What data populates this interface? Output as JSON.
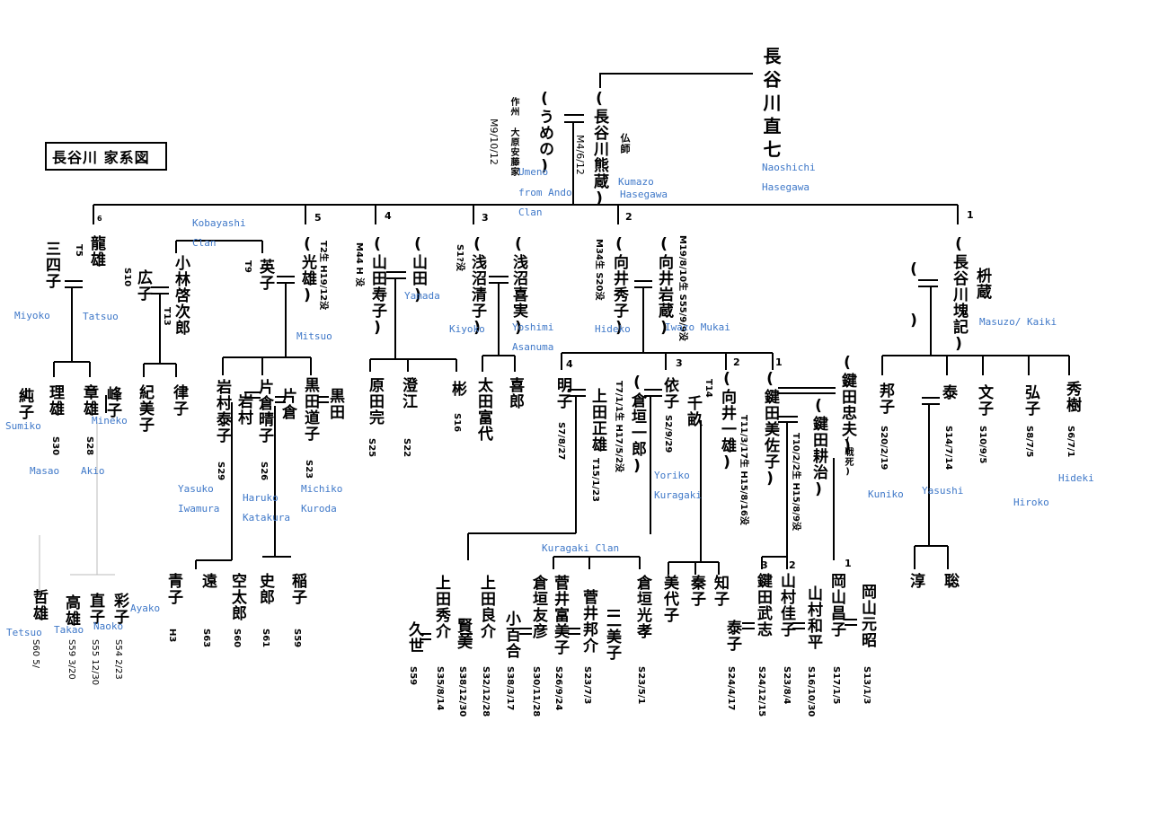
{
  "title": "長谷川 家系図",
  "persons": [
    {
      "key": "naoshichi",
      "text": "長谷川直七"
    },
    {
      "key": "kumazo",
      "text": "(長谷川熊蔵)"
    },
    {
      "key": "kumazo_note",
      "text": "仏師"
    },
    {
      "key": "kumazo_date",
      "text": "M4/6/12"
    },
    {
      "key": "umeno",
      "text": "(うめの)"
    },
    {
      "key": "umeno_note",
      "text": "作州 大原安藤家"
    },
    {
      "key": "umeno_date",
      "text": "M9/10/12"
    },
    {
      "key": "tatsuo",
      "text": "龍雄"
    },
    {
      "key": "tatsuo_date",
      "text": "T5"
    },
    {
      "key": "miyoko",
      "text": "三四子"
    },
    {
      "key": "kobayashi",
      "text": "小林啓次郎"
    },
    {
      "key": "kobayashi_date",
      "text": "T13"
    },
    {
      "key": "hiroko2",
      "text": "広子"
    },
    {
      "key": "hiroko2_date",
      "text": "S10"
    },
    {
      "key": "eiko",
      "text": "英子"
    },
    {
      "key": "eiko_date",
      "text": "T9"
    },
    {
      "key": "mitsuo",
      "text": "(光雄)"
    },
    {
      "key": "mitsuo_date",
      "text": "T2生 H19/12没"
    },
    {
      "key": "yamada_toshiko",
      "text": "(山田寿子)"
    },
    {
      "key": "yamada_toshiko_date",
      "text": "M44 H 没"
    },
    {
      "key": "yamada",
      "text": "(山田)"
    },
    {
      "key": "asanuma_kiyoko",
      "text": "(浅沼清子)"
    },
    {
      "key": "asanuma_kiyoko_date",
      "text": "S1?没"
    },
    {
      "key": "asanuma_yoshimi",
      "text": "(浅沼喜実)"
    },
    {
      "key": "mukai_hideko",
      "text": "(向井秀子)"
    },
    {
      "key": "mukai_hideko_date",
      "text": "M34生 S20没"
    },
    {
      "key": "mukai_iwazo",
      "text": "(向井岩蔵)"
    },
    {
      "key": "mukai_iwazo_date",
      "text": "M19/8/10生 S55/9/9没"
    },
    {
      "key": "kaiki",
      "text": "(長谷川塊記)"
    },
    {
      "key": "masuzo",
      "text": "枡蔵"
    },
    {
      "key": "kaiki_spouse",
      "text": "(　　)"
    },
    {
      "key": "junko",
      "text": "純子"
    },
    {
      "key": "masao",
      "text": "理雄"
    },
    {
      "key": "masao_date",
      "text": "S30"
    },
    {
      "key": "akio",
      "text": "章雄"
    },
    {
      "key": "akio_date",
      "text": "S28"
    },
    {
      "key": "mineko",
      "text": "峰子"
    },
    {
      "key": "kimiko",
      "text": "紀美子"
    },
    {
      "key": "ritsuko",
      "text": "律子"
    },
    {
      "key": "yasuko",
      "text": "岩村泰子"
    },
    {
      "key": "yasuko_date",
      "text": "S29"
    },
    {
      "key": "iwamura",
      "text": "岩村"
    },
    {
      "key": "haruko",
      "text": "片倉晴子"
    },
    {
      "key": "haruko_date",
      "text": "S26"
    },
    {
      "key": "katakura",
      "text": "片倉"
    },
    {
      "key": "michiko",
      "text": "黒田道子"
    },
    {
      "key": "michiko_date",
      "text": "S23"
    },
    {
      "key": "kuroda",
      "text": "黒田"
    },
    {
      "key": "harada",
      "text": "原田完"
    },
    {
      "key": "harada_date",
      "text": "S25"
    },
    {
      "key": "sumie",
      "text": "澄江"
    },
    {
      "key": "sumie_date",
      "text": "S22"
    },
    {
      "key": "aya",
      "text": "彬"
    },
    {
      "key": "aya_date",
      "text": "S16"
    },
    {
      "key": "ota",
      "text": "太田富代"
    },
    {
      "key": "kiro",
      "text": "喜郎"
    },
    {
      "key": "akiko",
      "text": "明子"
    },
    {
      "key": "akiko_date",
      "text": "S7/8/27"
    },
    {
      "key": "ueda",
      "text": "上田正雄"
    },
    {
      "key": "ueda_date",
      "text": "T15/1/23"
    },
    {
      "key": "kuragaki",
      "text": "(倉垣一郎)"
    },
    {
      "key": "kuragaki_date",
      "text": "T7/1/1生 H17/5/2没"
    },
    {
      "key": "yoriko",
      "text": "依子"
    },
    {
      "key": "yoriko_date",
      "text": "S2/9/29"
    },
    {
      "key": "chiaki",
      "text": "千畝"
    },
    {
      "key": "chiaki_date",
      "text": "T14"
    },
    {
      "key": "mukai_kazuo",
      "text": "(向井一雄)"
    },
    {
      "key": "mukai_kazuo_date",
      "text": "T11/3/17生 H15/8/16没"
    },
    {
      "key": "kagita_misako",
      "text": "(鍵田美佐子)"
    },
    {
      "key": "kagita_tadao",
      "text": "(鍵田忠夫)"
    },
    {
      "key": "kagita_tadao_note",
      "text": "(戦死)"
    },
    {
      "key": "kagita_koji",
      "text": "(鍵田耕治)"
    },
    {
      "key": "kagita_koji_date",
      "text": "T10/2/2生 H15/8/9没"
    },
    {
      "key": "kuniko",
      "text": "邦子"
    },
    {
      "key": "kuniko_date",
      "text": "S20/2/19"
    },
    {
      "key": "yasushi",
      "text": "泰"
    },
    {
      "key": "yasushi_date",
      "text": "S14/7/14"
    },
    {
      "key": "fumiko",
      "text": "文子"
    },
    {
      "key": "fumiko_date",
      "text": "S10/9/5"
    },
    {
      "key": "hiroko",
      "text": "弘子"
    },
    {
      "key": "hiroko_date",
      "text": "S8/7/5"
    },
    {
      "key": "hideki",
      "text": "秀樹"
    },
    {
      "key": "hideki_date",
      "text": "S6/7/1"
    },
    {
      "key": "tetsuo",
      "text": "哲雄"
    },
    {
      "key": "tetsuo_date",
      "text": "S60 5/"
    },
    {
      "key": "takao",
      "text": "高雄"
    },
    {
      "key": "takao_date",
      "text": "S59 3/20"
    },
    {
      "key": "naoko",
      "text": "直子"
    },
    {
      "key": "naoko_date",
      "text": "S55 12/30"
    },
    {
      "key": "ayako",
      "text": "彩子"
    },
    {
      "key": "ayako_date",
      "text": "S54 2/23"
    },
    {
      "key": "aoko",
      "text": "青子"
    },
    {
      "key": "aoko_date",
      "text": "H3"
    },
    {
      "key": "haruka",
      "text": "遠"
    },
    {
      "key": "haruka_date",
      "text": "S63"
    },
    {
      "key": "kutaro",
      "text": "空太郎"
    },
    {
      "key": "kutaro_date",
      "text": "S60"
    },
    {
      "key": "shiro",
      "text": "史郎"
    },
    {
      "key": "shiro_date",
      "text": "S61"
    },
    {
      "key": "inako",
      "text": "稲子"
    },
    {
      "key": "inako_date",
      "text": "S59"
    },
    {
      "key": "hisayo",
      "text": "久世"
    },
    {
      "key": "hisayo_date",
      "text": "S59"
    },
    {
      "key": "ueda_hidesuke",
      "text": "上田秀介"
    },
    {
      "key": "ueda_hidesuke_date",
      "text": "S35/8/14"
    },
    {
      "key": "masami",
      "text": "賢美"
    },
    {
      "key": "masami_date",
      "text": "S38/12/30"
    },
    {
      "key": "ueda_ryosuke",
      "text": "上田良介"
    },
    {
      "key": "ueda_ryosuke_date",
      "text": "S32/12/28"
    },
    {
      "key": "sayuri",
      "text": "小百合"
    },
    {
      "key": "sayuri_date",
      "text": "S38/3/17"
    },
    {
      "key": "kuragaki_tomohiko",
      "text": "倉垣友彦"
    },
    {
      "key": "kuragaki_tomohiko_date",
      "text": "S30/11/28"
    },
    {
      "key": "sugai_fumiko",
      "text": "菅井富美子"
    },
    {
      "key": "sugai_fumiko_date",
      "text": "S26/9/24"
    },
    {
      "key": "sugai_kunisuke",
      "text": "菅井邦介"
    },
    {
      "key": "sugai_kunisuke_date",
      "text": "S23/7/3"
    },
    {
      "key": "fumiko2",
      "text": "二美子"
    },
    {
      "key": "kuragaki_mitsutaka",
      "text": "倉垣光孝"
    },
    {
      "key": "kuragaki_mitsutaka_date",
      "text": "S23/5/1"
    },
    {
      "key": "miyoko2",
      "text": "美代子"
    },
    {
      "key": "hatako",
      "text": "秦子"
    },
    {
      "key": "tomoko",
      "text": "知子"
    },
    {
      "key": "taiko",
      "text": "泰子"
    },
    {
      "key": "taiko_date",
      "text": "S24/4/17"
    },
    {
      "key": "kagita_takeshi",
      "text": "鍵田武志"
    },
    {
      "key": "kagita_takeshi_date",
      "text": "S24/12/15"
    },
    {
      "key": "yamamura_keiko",
      "text": "山村佳子"
    },
    {
      "key": "yamamura_keiko_date",
      "text": "S23/8/4"
    },
    {
      "key": "yamamura_kazuhei",
      "text": "山村和平"
    },
    {
      "key": "yamamura_kazuhei_date",
      "text": "S16/10/30"
    },
    {
      "key": "okayama_masako",
      "text": "岡山昌子"
    },
    {
      "key": "okayama_masako_date",
      "text": "S17/1/5"
    },
    {
      "key": "okayama_motoaki",
      "text": "岡山元昭"
    },
    {
      "key": "okayama_motoaki_date",
      "text": "S13/1/3"
    },
    {
      "key": "jun",
      "text": "淳"
    },
    {
      "key": "satoshi",
      "text": "聡"
    }
  ],
  "romaji_labels": [
    {
      "key": "naoshichi",
      "text": "Naoshichi"
    },
    {
      "key": "hasegawa",
      "text": "Hasegawa"
    },
    {
      "key": "kumazo",
      "text": "Kumazo"
    },
    {
      "key": "kumazo_hasegawa",
      "text": "Hasegawa"
    },
    {
      "key": "umeno",
      "text": "Umeno"
    },
    {
      "key": "from_ando",
      "text": "from Ando"
    },
    {
      "key": "clan",
      "text": "Clan"
    },
    {
      "key": "kobayashi",
      "text": "Kobayashi"
    },
    {
      "key": "kobayashi_clan",
      "text": "Clan"
    },
    {
      "key": "miyoko",
      "text": "Miyoko"
    },
    {
      "key": "tatsuo",
      "text": "Tatsuo"
    },
    {
      "key": "yamada",
      "text": "Yamada"
    },
    {
      "key": "mitsuo",
      "text": "Mitsuo"
    },
    {
      "key": "kiyoko",
      "text": "Kiyoko"
    },
    {
      "key": "yoshimi",
      "text": "Yoshimi"
    },
    {
      "key": "asanuma",
      "text": "Asanuma"
    },
    {
      "key": "hideko",
      "text": "Hideko"
    },
    {
      "key": "iwazo",
      "text": "Iwazo Mukai"
    },
    {
      "key": "masuzo",
      "text": "Masuzo/ Kaiki"
    },
    {
      "key": "sumiko",
      "text": "Sumiko"
    },
    {
      "key": "mineko",
      "text": "Mineko"
    },
    {
      "key": "masao",
      "text": "Masao"
    },
    {
      "key": "akio",
      "text": "Akio"
    },
    {
      "key": "yasuko",
      "text": "Yasuko"
    },
    {
      "key": "iwamura",
      "text": "Iwamura"
    },
    {
      "key": "haruko",
      "text": "Haruko"
    },
    {
      "key": "katakura",
      "text": "Katakura"
    },
    {
      "key": "michiko",
      "text": "Michiko"
    },
    {
      "key": "kuroda",
      "text": "Kuroda"
    },
    {
      "key": "yoriko",
      "text": "Yoriko"
    },
    {
      "key": "kuragaki",
      "text": "Kuragaki"
    },
    {
      "key": "kuragaki_clan",
      "text": "Kuragaki Clan"
    },
    {
      "key": "kuniko",
      "text": "Kuniko"
    },
    {
      "key": "yasushi",
      "text": "Yasushi"
    },
    {
      "key": "hiroko",
      "text": "Hiroko"
    },
    {
      "key": "hideki",
      "text": "Hideki"
    },
    {
      "key": "tetsuo",
      "text": "Tetsuo"
    },
    {
      "key": "takao",
      "text": "Takao"
    },
    {
      "key": "naoko",
      "text": "Naoko"
    },
    {
      "key": "ayako",
      "text": "Ayako"
    }
  ],
  "birth_order": [
    "1",
    "2",
    "3",
    "4",
    "5",
    "6",
    "1",
    "2",
    "3",
    "4",
    "1",
    "2",
    "3"
  ],
  "colors": {
    "line": "#000000",
    "romaji": "#3f78c8",
    "faint_line": "#bbbbbb"
  }
}
